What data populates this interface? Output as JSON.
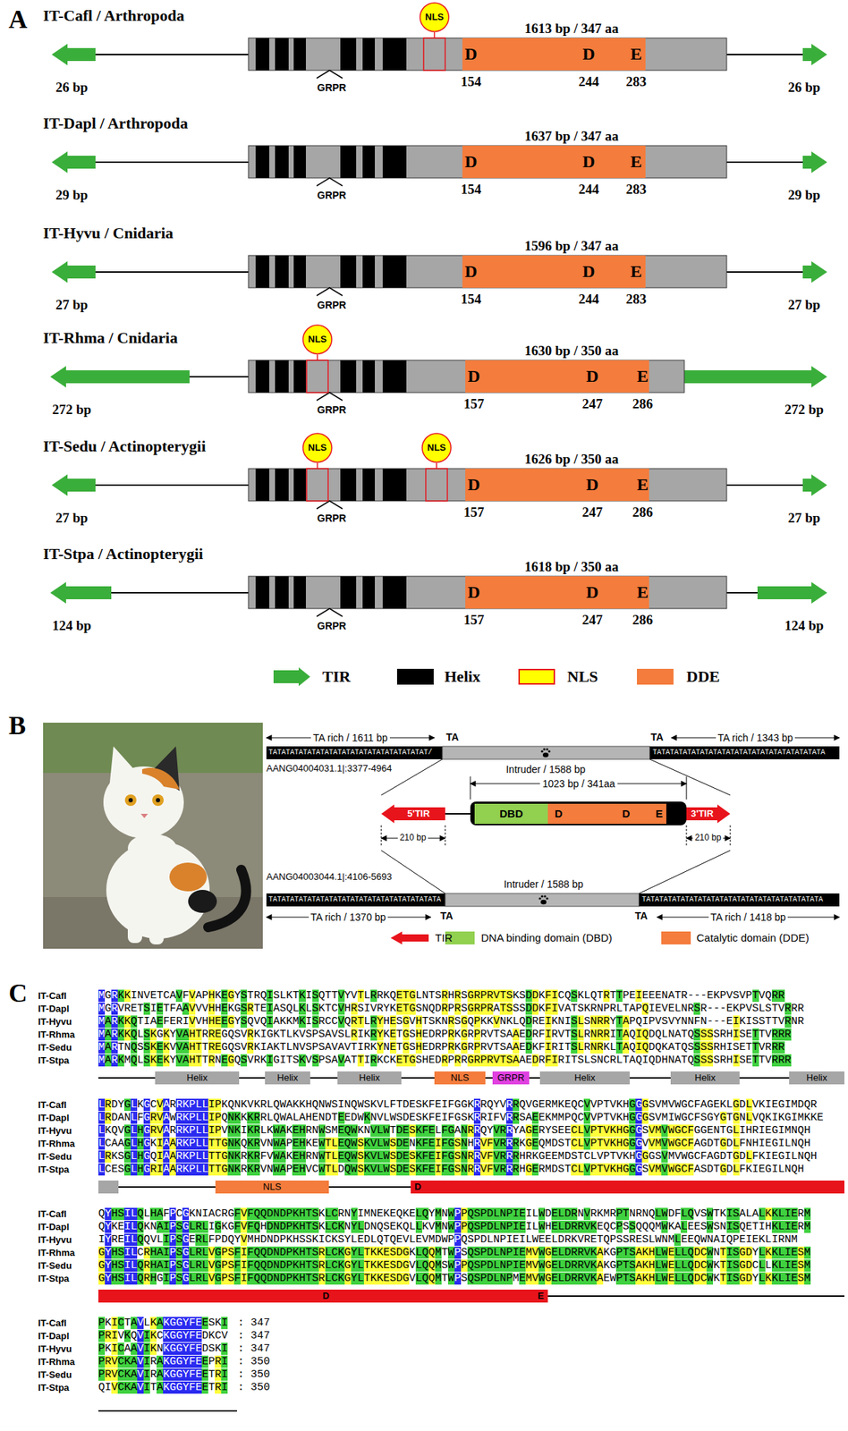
{
  "diagram": {
    "nodes": [
      {
        "text": [
          "NLS"
        ]
      },
      {
        "text": [
          "D",
          "D",
          "E"
        ]
      },
      {
        "text": [
          "D",
          "D",
          "E"
        ]
      },
      {
        "text": [
          "D",
          "D",
          "E"
        ]
      },
      {
        "text": [
          "NLS"
        ]
      },
      {
        "text": [
          "D",
          "D",
          "E"
        ]
      },
      {
        "text": [
          "NLS"
        ]
      },
      {
        "text": [
          "NLS"
        ]
      },
      {
        "text": [
          "D",
          "D",
          "E"
        ]
      },
      {
        "text": [
          "D",
          "D",
          "E"
        ]
      },
      {
        "text": [
          "5'TIR"
        ]
      },
      {
        "text": [
          "DBD"
        ]
      },
      {
        "text": [
          "D",
          "D",
          "E"
        ]
      },
      {
        "text": [
          "3'TIR"
        ]
      },
      {
        "text": [
          "Helix"
        ]
      },
      {
        "text": [
          "Helix"
        ]
      },
      {
        "text": [
          "Helix"
        ]
      },
      {
        "text": [
          "NLS"
        ]
      },
      {
        "text": [
          "GRPR"
        ]
      },
      {
        "text": [
          "Helix"
        ]
      },
      {
        "text": [
          "Helix"
        ]
      },
      {
        "text": [
          "Helix"
        ]
      },
      {
        "text": [
          "NLS"
        ]
      },
      {
        "text": [
          "D"
        ]
      },
      {
        "text": [
          "D",
          "E"
        ]
      }
    ],
    "labels": [
      "A",
      "IT-Cafl / Arthropoda",
      "1613 bp / 347 aa",
      "154",
      "244",
      "283",
      "GRPR",
      "26 bp",
      "26 bp",
      "IT-Dapl / Arthropoda",
      "1637 bp / 347 aa",
      "154",
      "244",
      "283",
      "GRPR",
      "29 bp",
      "29 bp",
      "IT-Hyvu / Cnidaria",
      "1596 bp / 347 aa",
      "154",
      "244",
      "283",
      "GRPR",
      "27 bp",
      "27 bp",
      "IT-Rhma / Cnidaria",
      "1630 bp / 350 aa",
      "157",
      "247",
      "286",
      "GRPR",
      "272 bp",
      "272 bp",
      "IT-Sedu / Actinopterygii",
      "1626 bp / 350 aa",
      "157",
      "247",
      "286",
      "GRPR",
      "27 bp",
      "27 bp",
      "IT-Stpa / Actinopterygii",
      "1618 bp / 350 aa",
      "157",
      "247",
      "286",
      "GRPR",
      "124 bp",
      "124 bp",
      "B",
      "TA rich / 1611 bp",
      "TA",
      "TA",
      "TA rich / 1343 bp",
      "TATATATATATATATATATATATATATATATATATAT/",
      "TATATATATATATATATATATATATATATATATATATATA",
      "AANG04004031.1|:3377-4964",
      "Intruder / 1588 bp",
      "1023 bp / 341aa",
      "210 bp",
      "210 bp",
      "AANG04003044.1|:4106-5693",
      "Intruder / 1588 bp",
      "TATATATATATATATATATATATATATATATATATATATA",
      "TATATATATATATATATATATATATATATATATATATATATA",
      "TA rich / 1370 bp",
      "TA",
      "TA",
      "TA rich / 1418 bp",
      "C",
      "IT-Cafl",
      "MGRKKINVETCAVFVAPHKEGYSTRQISLKTKISQTTVYVTLRRKQETGLNTSRHRSGRPRVTSKSDDKFICQSKLQTRTTPEIEEENATR---EKPVSVPTVQRR",
      "IT-Dapl",
      "MGRVRETSIETFAAVVVHHEKGSRTEIASQLKLSKTCVHRSIVRYKETGSNQDRPRSGRPRATSSSDDKFIVATSKRNPRLTAPQIEVELNRSR---EKPVSLSTVRRR",
      "IT-Hyvu",
      "MARKKQTIAEFERIVVHHEEGYSQVQIAKKMKISRCCVQRTLRYHESGVHTSKNRSGQPKKVNKLQDREIKNISLSNRRYTAPQIPVSVYNNFN---EIKISSTTVRNR",
      "IT-Rhma",
      "MARKKQLSKGKYVAHTRREGQSVRKIGKTLKVSPSAVSLRIKRYKETGSHEDRPRKGRPRVTSAAEDRFIRVTSLRNRRITAQIQDQLNATQSSSSRHISETTVRRR",
      "IT-Sedu",
      "MARTNQSSKEKVVAHTTREGQSVRKIAKTLNVSPSAVAVTIRKYNETGSHEDRPRKGRPRVTSAAEDKFIRITSLRNRKLTAQIQDQKATQSSSSRHISETTVRRR",
      "IT-Stpa",
      "MARKMQLSKEKYVAHTTRNEGQSVRKIGITSKVSPSAVATTIRKCKETGSHEDRPRRGRPRVTSAAEDRFIRITSLSNCRLTAQIQDHNATQSSSSRHISETTVRRR",
      "IT-Cafl",
      "LRDYGLKGCVARRKPLLIPKQNKVKRLQWAKKHQNWSINQWSKVLFTDESKFEIFGGKRRQYVRRQVGERMKEQCVVPTVKHGGGSVMVWGCFAGEKLGDLVKIEGIMDQR",
      "IT-Dapl",
      "LRDANLFGRVAWRKPLLIPQNKKKRRLQWALAHENDTEEDWKNVLWSDESKFEIFGSKRRIFVRRSAEEKMMPQCVVPTVKHGGGSVMIWGCFSGYGTGNLVQKIKGIMKKE",
      "IT-Hyvu",
      "LKQVGLHGRVARRKPLLIPVNKIKRLKWAKEHRNWSMEQWKNVLWTDESKFELFGANRRQYVRRYAGERYSEECLVPTVKHGGGSVMVWGCFGGENTGLIHRIEGIMNQH",
      "IT-Rhma",
      "LCAAGLHGKIAARKPLLTTGNKQKRVNWAPEHKEWTLEQWSKVLWSDENKFEIFGSNHRVFVRRRKGEQMDSTCLVPTVKHGGGVVMVWGCFAGDTGDLFNHIEGILNQH",
      "IT-Sedu",
      "LRKSGLHGQIAARKPLLTTGNKRKRFVWAKEHRNWTLEQWSKVLWSDESKFEIFGSNRRVFVRRRHRKGEEMDSTCLVPTVKHGGGSVMVWGCFAGDTGDLFKIEGILNQH",
      "IT-Stpa",
      "LCESGLHGRIAARKPLLTTGNKRKRVNWAPEHVCWTLDQWSKVLWSDESKFEIFGSNRRVFVRRRHGERMDSTCLVPTVKHGGGSVMVWGCFASDTGDLFKIEGILNQH",
      "IT-Cafl",
      "QYHSILQLHAFPCGKNIACRGFVFQQDNDPKHTSKLCRNYIMNEKEQKELQYMNWPPQSPDLNPIEILWDELDRNVRKMRPTNRNQLWDFLQVSWTKISALALKKLIERM",
      "IT-Dapl",
      "QYKEILQKNAIPSGLRLIGKGFVFQHDNDPKHTSKLCKNYLDNQSEKQLLKVMNWPPQSPDLNPIEILWHELDRRVKEQCPSSQQQMWKALEESWSNISQETIHKLIERM",
      "IT-Hyvu",
      "IYREILQQVLIPSGERLFPDQYVMHDNDPKHSSKICKSYLEDLQTQEVLEVMDWPPQSPDLNPIEILWEELDRKVRETQPSSRESLWNMLEEQWNAIQPEIEKLIRNM",
      "IT-Rhma",
      "GYHSILCRHAIPSGLRLVGPSFIFQQDNDPKHTSRLCKGYLTKKESDGKLQQMTWPSQSPDLNPIEMVWGELDRRVKAKGPTSAKHLWELLQDCWNTISGDYLKKLIESM",
      "IT-Sedu",
      "GYHSILQRHAIPSGLRLVGPSFIFQQDNDPKHTSRLCKGYLTKKESDGVLQQMSWPPQSPDLNPIEMVWGELDRRVKAKGPTSAKHLWELLQDCWKTISGDCLLKLIESM",
      "IT-Stpa",
      "GYHSILQRHGIPSGLRLVGPSFIFQQDNDPKHTSRLCKGYLTKKESDGVLQQMTWPSQSPDLNPMEMVWGELDRRVKAEWPTSAKHLWELLQDCWKTISGDYLKKLIESM",
      "IT-Cafl",
      "PKICTAVLKAKGGYFEESKI",
      ": 347",
      "IT-Dapl",
      "PRIVKQVIKCKGGYFEDKCV",
      ": 347",
      "IT-Hyvu",
      "PKICAAVIKNKGGYFEDSKI",
      ": 347",
      "IT-Rhma",
      "PRVCKAVIRAKGGYFEEPRI",
      ": 350",
      "IT-Sedu",
      "PRVCKAVIRAKGGYFEETRI",
      ": 350",
      "IT-Stpa",
      "QIVCKAVITAKGGYFEETRI",
      ": 350"
    ],
    "legend": [
      {
        "text": "TIR"
      },
      {
        "text": "Helix",
        "color": "#000000"
      },
      {
        "text": "NLS",
        "color": "#ffff00"
      },
      {
        "text": "DDE",
        "color": "#f47c3c"
      },
      {
        "text": "TIR"
      },
      {
        "text": "DNA binding domain (DBD)",
        "color": "#92d050"
      },
      {
        "text": "Catalytic domain (DDE)",
        "color": "#f47c3c"
      }
    ]
  }
}
